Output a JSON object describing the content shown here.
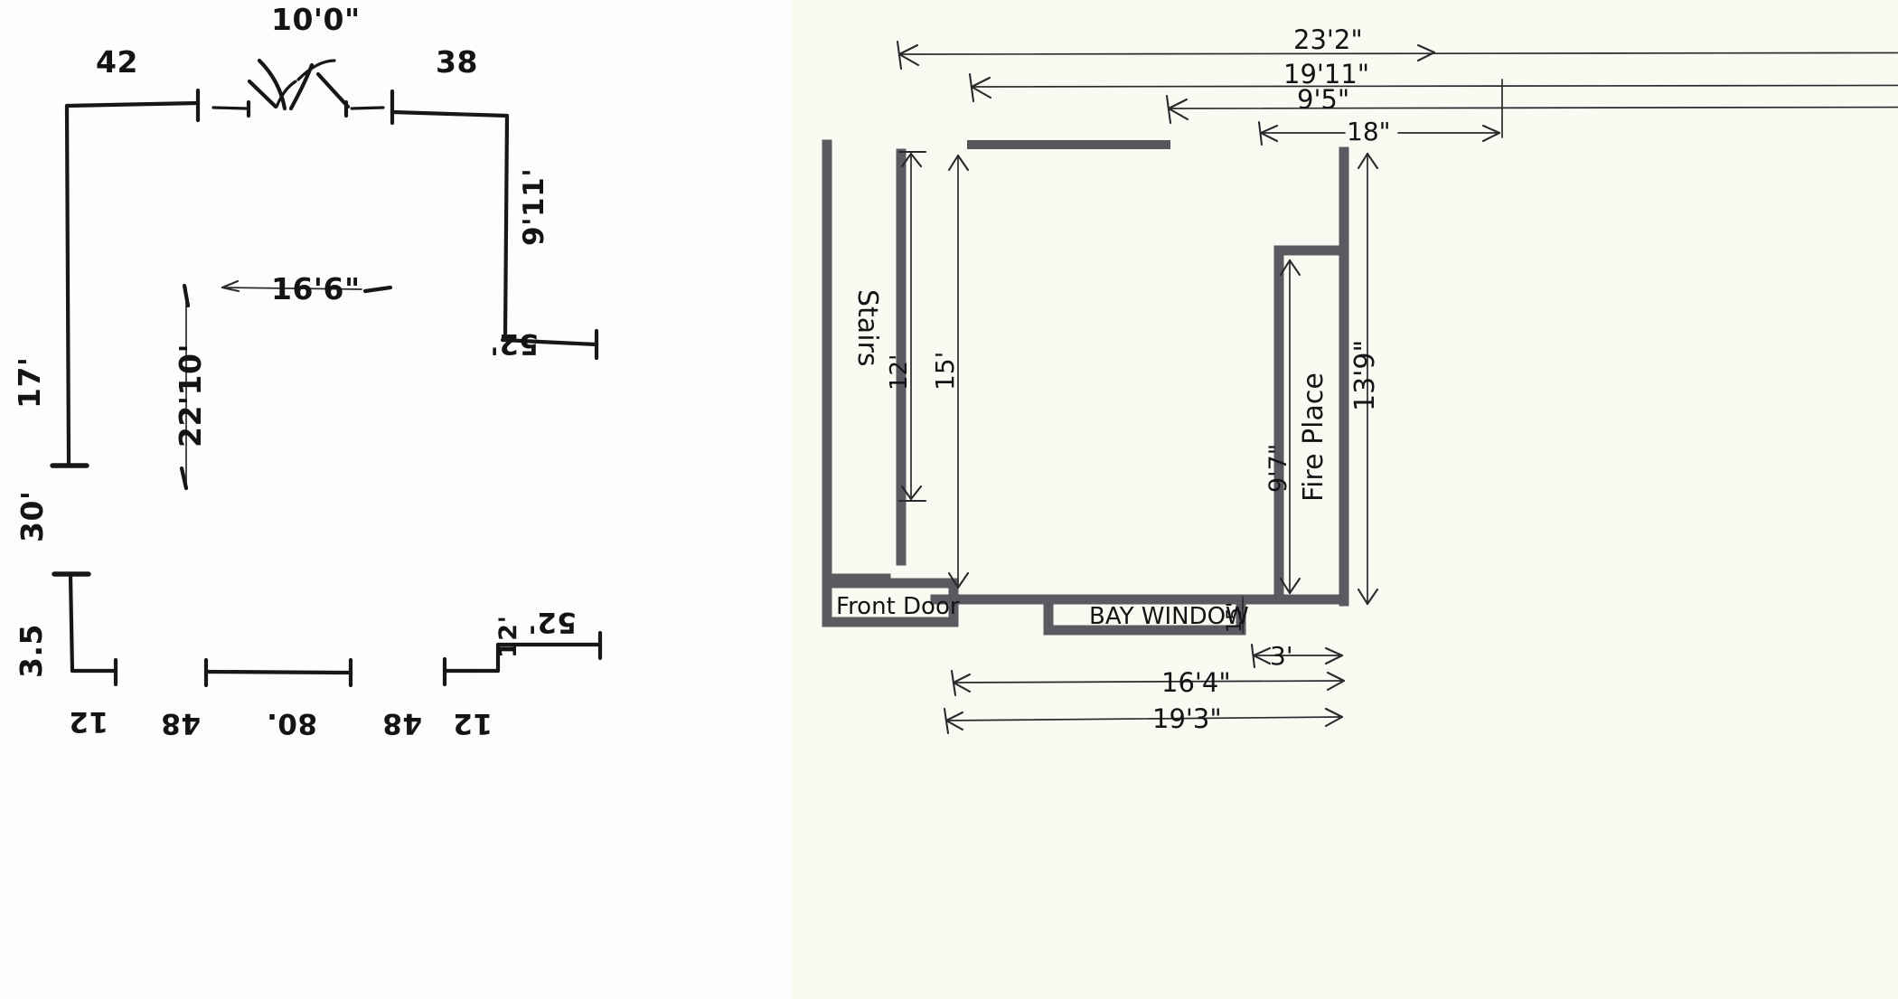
{
  "document": {
    "kind": "hand-drawn floor plan sketch",
    "panels": [
      {
        "id": "left",
        "name": "upper-floor-outline-sketch",
        "background": "#fdfdfd"
      },
      {
        "id": "right",
        "name": "living-room-plan-sketch",
        "background": "#faf9f2"
      }
    ]
  },
  "left_sketch": {
    "name": "room-outline-with-dimensions",
    "dimensions": {
      "top_opening": "10'0\"",
      "top_left_run": "42",
      "top_right_run": "38",
      "left_wall": "17'",
      "left_wall_lower": "30'",
      "left_bottom_short": "3.5",
      "interior_horizontal": "16'6\"",
      "interior_vertical": "22'10'",
      "right_wall_upper": "9'11'",
      "right_wall_lower": "52'",
      "bottom_right_wall": "52'",
      "bottom_right_small": "12'"
    },
    "bottom_row_inverted": [
      "12",
      "48",
      "80.",
      "48",
      "12"
    ],
    "notes": {
      "bottom_row_orientation": "upside-down handwriting",
      "left_labels_orientation": "rotated 90 degrees"
    }
  },
  "right_sketch": {
    "name": "living-room-plan",
    "top_dimensions": [
      {
        "label": "23'2\"",
        "name": "dim-23-2"
      },
      {
        "label": "19'11\"",
        "name": "dim-19-11"
      },
      {
        "label": "9'5\"",
        "name": "dim-9-5"
      },
      {
        "label": "18\"",
        "name": "dim-18in"
      }
    ],
    "vertical_dimensions": [
      {
        "label": "12'",
        "name": "dim-12ft"
      },
      {
        "label": "15'",
        "name": "dim-15ft"
      },
      {
        "label": "13'9\"",
        "name": "dim-13-9"
      },
      {
        "label": "9'7\"",
        "name": "dim-9-7"
      },
      {
        "label": "15'",
        "name": "dim-15ft-small"
      }
    ],
    "bottom_dimensions": [
      {
        "label": "3'",
        "name": "dim-3ft"
      },
      {
        "label": "16'4\"",
        "name": "dim-16-4"
      },
      {
        "label": "19'3\"",
        "name": "dim-19-3"
      }
    ],
    "room_labels": [
      {
        "label": "Stairs",
        "name": "label-stairs"
      },
      {
        "label": "Fire Place",
        "name": "label-fireplace"
      },
      {
        "label": "Front Door",
        "name": "label-front-door"
      },
      {
        "label": "BAY WINDOW",
        "name": "label-bay-window"
      }
    ]
  },
  "colors": {
    "ink": "#17171a",
    "wall": "#55565c",
    "paper_left": "#fdfdfd",
    "paper_right": "#faf9f2"
  }
}
